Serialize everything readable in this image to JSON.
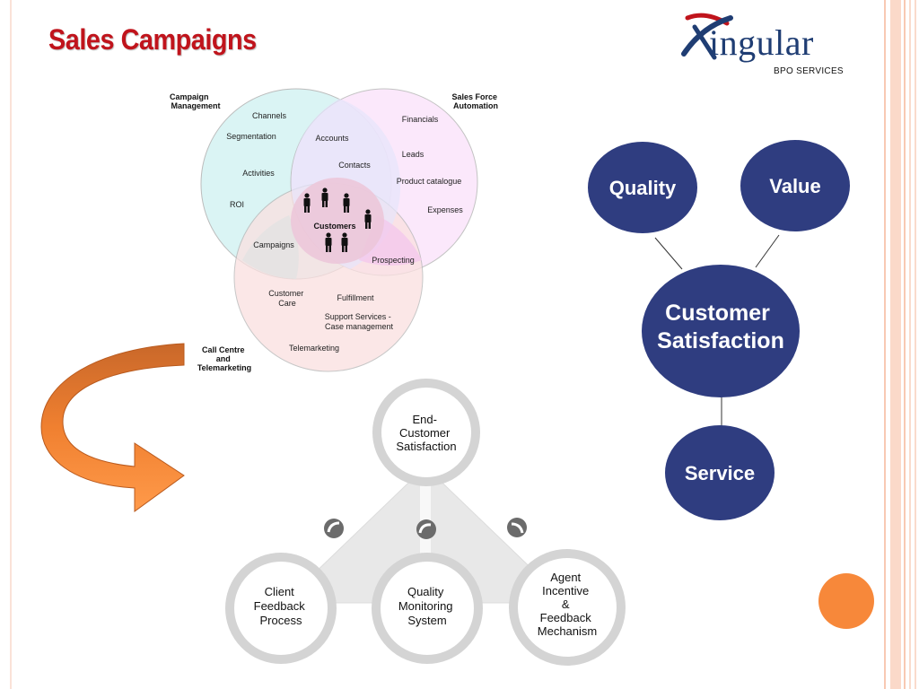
{
  "slide": {
    "title": "Sales Campaigns"
  },
  "logo": {
    "name": "ingular",
    "tagline": "BPO SERVICES",
    "initial_icon": "x-swoosh-logo-icon"
  },
  "venn": {
    "circle_labels": {
      "campaign": [
        "Campaign",
        "Management"
      ],
      "sales": [
        "Sales Force",
        "Automation"
      ],
      "call": [
        "Call Centre",
        "and",
        "Telemarketing"
      ]
    },
    "items": {
      "channels": "Channels",
      "segmentation": "Segmentation",
      "activities": "Activities",
      "roi": "ROI",
      "accounts": "Accounts",
      "contacts": "Contacts",
      "financials": "Financials",
      "leads": "Leads",
      "product_catalogue": "Product catalogue",
      "expenses": "Expenses",
      "campaigns": "Campaigns",
      "customers": "Customers",
      "prospecting": "Prospecting",
      "customer_care": [
        "Customer",
        "Care"
      ],
      "fulfillment": "Fulfillment",
      "support_services": [
        "Support Services -",
        "Case management"
      ],
      "telemarketing": "Telemarketing"
    },
    "colors": {
      "campaign": "#d6f3f3",
      "sales": "#fbe3fb",
      "call": "#fae0e0"
    }
  },
  "bubbles": {
    "quality": "Quality",
    "value": "Value",
    "center": [
      "Customer",
      "Satisfaction"
    ],
    "service": "Service",
    "color": "#2f3d80"
  },
  "triangle": {
    "top": [
      "End-",
      "Customer",
      "Satisfaction"
    ],
    "left": [
      "Client",
      "Feedback",
      "Process"
    ],
    "middle": [
      "Quality",
      "Monitoring",
      "System"
    ],
    "right": [
      "Agent",
      "Incentive",
      "&",
      "Feedback",
      "Mechanism"
    ]
  },
  "accent": {
    "arrow": "#f08030",
    "dot": "#f7883a",
    "title": "#c0141c"
  }
}
